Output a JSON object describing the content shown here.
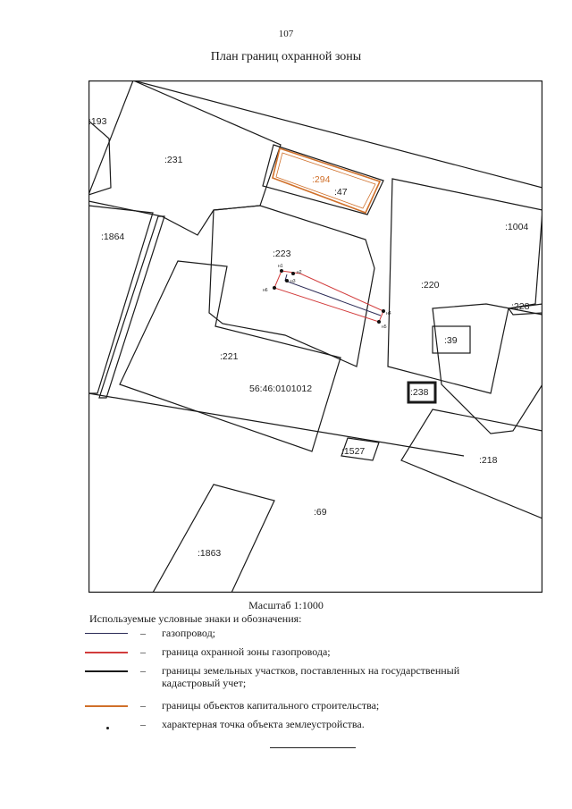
{
  "page_number": "107",
  "title": "План границ охранной зоны",
  "map": {
    "labels": {
      "p193": ":193",
      "p231": ":231",
      "p294": ":294",
      "p47": ":47",
      "p1004": ":1004",
      "p1864": ":1864",
      "p223": ":223",
      "p220": ":220",
      "p228": ":228",
      "p39": ":39",
      "p221": ":221",
      "p238": ":238",
      "p1527": ":1527",
      "p218": ":218",
      "p69": ":69",
      "p1863": ":1863",
      "quarter": "56:46:0101012"
    },
    "points": {
      "n1": "н1",
      "n2": "н2",
      "n3": "н3",
      "n4": "н4",
      "n5": "н5",
      "n6": "н6"
    }
  },
  "scale": "Масштаб 1:1000",
  "legend": {
    "title": "Используемые условные знаки и обозначения:",
    "dash": "–",
    "items": [
      {
        "text": "газопровод;",
        "color": "#2a2a55"
      },
      {
        "text": "граница охранной зоны газопровода;",
        "color": "#d23c3c"
      },
      {
        "text": "границы земельных участков, поставленных на государственный кадастровый учет;",
        "color": "#1a1a1a"
      },
      {
        "text": "границы объектов капитального строительства;",
        "color": "#d0702a"
      },
      {
        "text": "характерная точка объекта землеустройства.",
        "color": "#1a1a1a"
      }
    ]
  }
}
